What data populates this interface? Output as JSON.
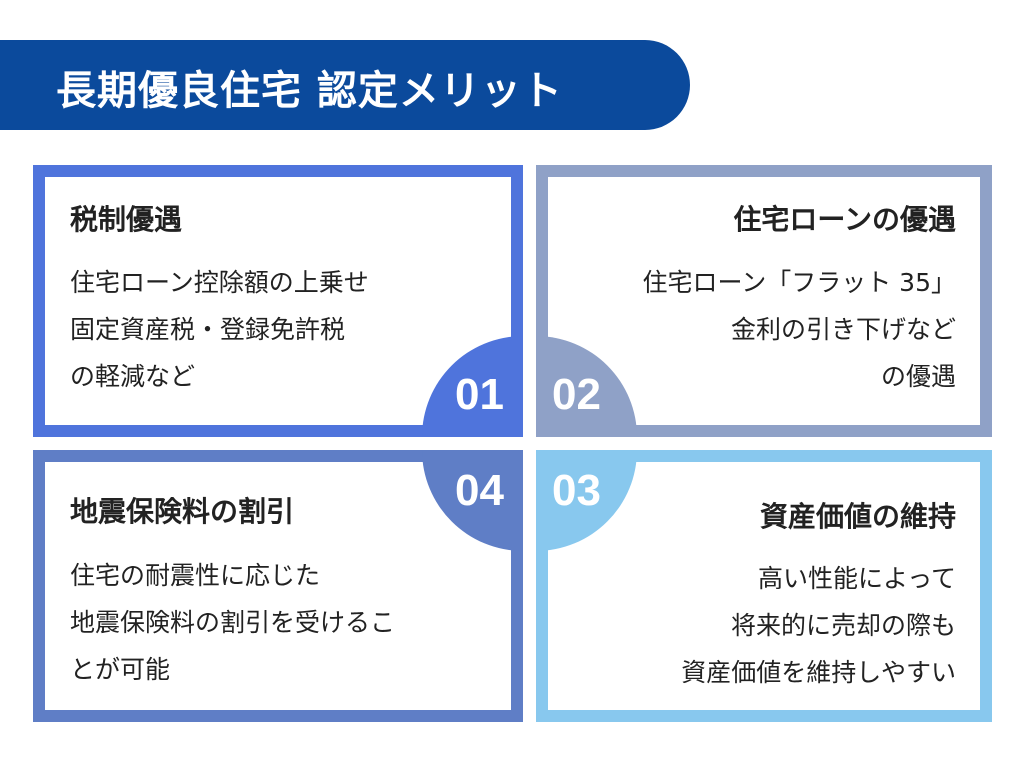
{
  "header": {
    "title": "長期優良住宅 認定メリット"
  },
  "colors": {
    "banner": "#0b4a9c",
    "c1": "#4f74dc",
    "c2": "#8fa1c7",
    "c3": "#88c8ee",
    "c4": "#5f7ec6"
  },
  "items": [
    {
      "num": "01",
      "title": "税制優遇",
      "lines": [
        "住宅ローン控除額の上乗せ",
        "固定資産税・登録免許税",
        "の軽減など"
      ]
    },
    {
      "num": "02",
      "title": "住宅ローンの優遇",
      "lines": [
        "住宅ローン「フラット 35」",
        "金利の引き下げなど",
        "の優遇"
      ]
    },
    {
      "num": "03",
      "title": "資産価値の維持",
      "lines": [
        "高い性能によって",
        "将来的に売却の際も",
        "資産価値を維持しやすい"
      ]
    },
    {
      "num": "04",
      "title": "地震保険料の割引",
      "lines": [
        "住宅の耐震性に応じた",
        "地震保険料の割引を受けるこ",
        "とが可能"
      ]
    }
  ]
}
